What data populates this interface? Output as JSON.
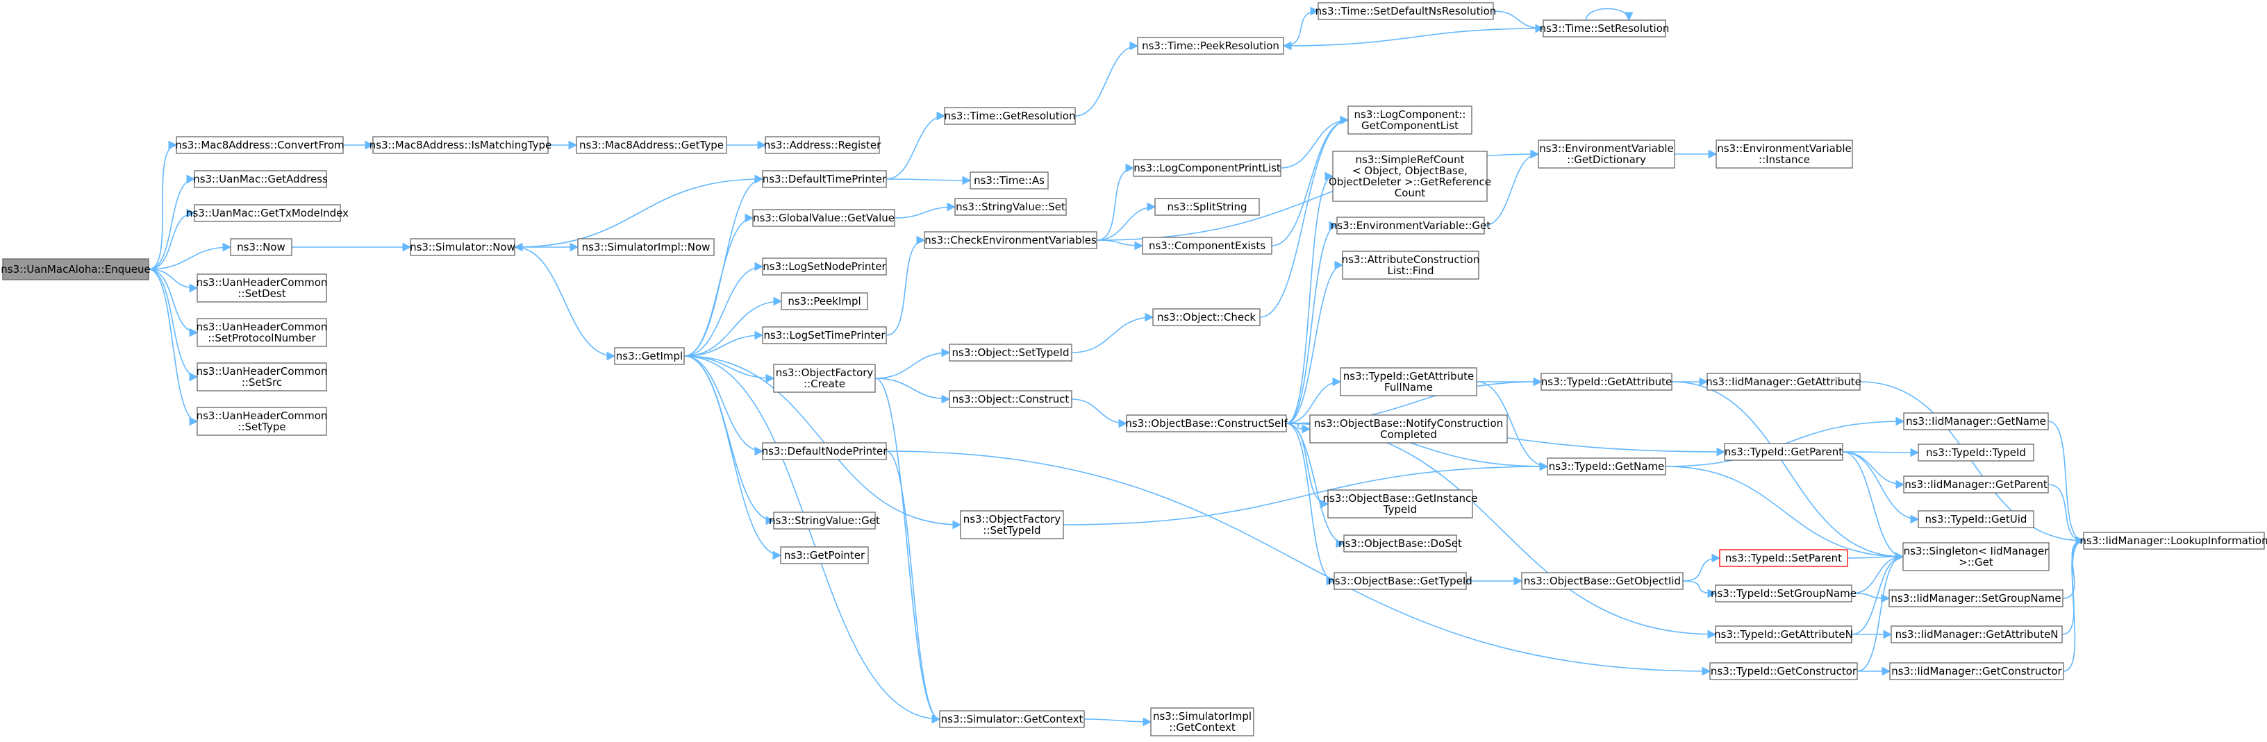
{
  "colors": {
    "edge": "#63b8ff",
    "node_border": "#666666",
    "root_fill": "#999999",
    "highlight_border": "#ff0000",
    "background": "#ffffff"
  },
  "nodes": {
    "enqueue": {
      "lines": [
        "ns3::UanMacAloha::Enqueue"
      ]
    },
    "convertfrom": {
      "lines": [
        "ns3::Mac8Address::ConvertFrom"
      ]
    },
    "getaddress": {
      "lines": [
        "ns3::UanMac::GetAddress"
      ]
    },
    "gettxmode": {
      "lines": [
        "ns3::UanMac::GetTxModeIndex"
      ]
    },
    "now": {
      "lines": [
        "ns3::Now"
      ]
    },
    "setdest": {
      "lines": [
        "ns3::UanHeaderCommon",
        "::SetDest"
      ]
    },
    "setprotocol": {
      "lines": [
        "ns3::UanHeaderCommon",
        "::SetProtocolNumber"
      ]
    },
    "setsrc": {
      "lines": [
        "ns3::UanHeaderCommon",
        "::SetSrc"
      ]
    },
    "settype": {
      "lines": [
        "ns3::UanHeaderCommon",
        "::SetType"
      ]
    },
    "ismatching": {
      "lines": [
        "ns3::Mac8Address::IsMatchingType"
      ]
    },
    "simnow": {
      "lines": [
        "ns3::Simulator::Now"
      ]
    },
    "mac8gettype": {
      "lines": [
        "ns3::Mac8Address::GetType"
      ]
    },
    "simimplnow": {
      "lines": [
        "ns3::SimulatorImpl::Now"
      ]
    },
    "getimpl": {
      "lines": [
        "ns3::GetImpl"
      ]
    },
    "addrregister": {
      "lines": [
        "ns3::Address::Register"
      ]
    },
    "defaulttime": {
      "lines": [
        "ns3::DefaultTimePrinter"
      ]
    },
    "globalget": {
      "lines": [
        "ns3::GlobalValue::GetValue"
      ]
    },
    "logsetnode": {
      "lines": [
        "ns3::LogSetNodePrinter"
      ]
    },
    "peekimpl": {
      "lines": [
        "ns3::PeekImpl"
      ]
    },
    "logsettime": {
      "lines": [
        "ns3::LogSetTimePrinter"
      ]
    },
    "objfactcreate": {
      "lines": [
        "ns3::ObjectFactory",
        "::Create"
      ]
    },
    "defaultnode": {
      "lines": [
        "ns3::DefaultNodePrinter"
      ]
    },
    "objfactsettype": {
      "lines": [
        "ns3::ObjectFactory",
        "::SetTypeId"
      ]
    },
    "strvalget": {
      "lines": [
        "ns3::StringValue::Get"
      ]
    },
    "getpointer": {
      "lines": [
        "ns3::GetPointer"
      ]
    },
    "simgetctx": {
      "lines": [
        "ns3::Simulator::GetContext"
      ]
    },
    "timegetres": {
      "lines": [
        "ns3::Time::GetResolution"
      ]
    },
    "timeas": {
      "lines": [
        "ns3::Time::As"
      ]
    },
    "strvalset": {
      "lines": [
        "ns3::StringValue::Set"
      ]
    },
    "checkenv": {
      "lines": [
        "ns3::CheckEnvironmentVariables"
      ]
    },
    "objsettypeid": {
      "lines": [
        "ns3::Object::SetTypeId"
      ]
    },
    "objconstruct": {
      "lines": [
        "ns3::Object::Construct"
      ]
    },
    "simimplgetctx": {
      "lines": [
        "ns3::SimulatorImpl",
        "::GetContext"
      ]
    },
    "timepeekres": {
      "lines": [
        "ns3::Time::PeekResolution"
      ]
    },
    "timesetdefault": {
      "lines": [
        "ns3::Time::SetDefaultNsResolution"
      ]
    },
    "timesetres": {
      "lines": [
        "ns3::Time::SetResolution"
      ]
    },
    "logcompprint": {
      "lines": [
        "ns3::LogComponentPrintList"
      ]
    },
    "splitstring": {
      "lines": [
        "ns3::SplitString"
      ]
    },
    "compexists": {
      "lines": [
        "ns3::ComponentExists"
      ]
    },
    "objcheck": {
      "lines": [
        "ns3::Object::Check"
      ]
    },
    "objbaseconstruct": {
      "lines": [
        "ns3::ObjectBase::ConstructSelf"
      ]
    },
    "logcompgetlist": {
      "lines": [
        "ns3::LogComponent::",
        "GetComponentList"
      ]
    },
    "simplerefcount": {
      "lines": [
        "ns3::SimpleRefCount",
        "< Object, ObjectBase,",
        "ObjectDeleter >::GetReference",
        "Count"
      ]
    },
    "envget": {
      "lines": [
        "ns3::EnvironmentVariable::Get"
      ]
    },
    "attrconstfind": {
      "lines": [
        "ns3::AttributeConstruction",
        "List::Find"
      ]
    },
    "typeidgetattrfull": {
      "lines": [
        "ns3::TypeId::GetAttribute",
        "FullName"
      ]
    },
    "notifyconst": {
      "lines": [
        "ns3::ObjectBase::NotifyConstruction",
        "Completed"
      ]
    },
    "getinstancetid": {
      "lines": [
        "ns3::ObjectBase::GetInstance",
        "TypeId"
      ]
    },
    "doset": {
      "lines": [
        "ns3::ObjectBase::DoSet"
      ]
    },
    "objbasegettid": {
      "lines": [
        "ns3::ObjectBase::GetTypeId"
      ]
    },
    "envgetdict": {
      "lines": [
        "ns3::EnvironmentVariable",
        "::GetDictionary"
      ]
    },
    "envinstance": {
      "lines": [
        "ns3::EnvironmentVariable",
        "::Instance"
      ]
    },
    "typeidgetattr": {
      "lines": [
        "ns3::TypeId::GetAttribute"
      ]
    },
    "typeidgetname": {
      "lines": [
        "ns3::TypeId::GetName"
      ]
    },
    "getobjectiid": {
      "lines": [
        "ns3::ObjectBase::GetObjectIid"
      ]
    },
    "iidgetattr": {
      "lines": [
        "ns3::IidManager::GetAttribute"
      ]
    },
    "typeidgetparent": {
      "lines": [
        "ns3::TypeId::GetParent"
      ]
    },
    "typeidsetparent": {
      "lines": [
        "ns3::TypeId::SetParent"
      ]
    },
    "typeidsetgroup": {
      "lines": [
        "ns3::TypeId::SetGroupName"
      ]
    },
    "typeidgetattrn": {
      "lines": [
        "ns3::TypeId::GetAttributeN"
      ]
    },
    "typeidgetctor": {
      "lines": [
        "ns3::TypeId::GetConstructor"
      ]
    },
    "iidgetname": {
      "lines": [
        "ns3::IidManager::GetName"
      ]
    },
    "typeidtypeid": {
      "lines": [
        "ns3::TypeId::TypeId"
      ]
    },
    "iidgetparent": {
      "lines": [
        "ns3::IidManager::GetParent"
      ]
    },
    "typeidgetuid": {
      "lines": [
        "ns3::TypeId::GetUid"
      ]
    },
    "singletonget": {
      "lines": [
        "ns3::Singleton< IidManager",
        ">::Get"
      ]
    },
    "iidsetgroup": {
      "lines": [
        "ns3::IidManager::SetGroupName"
      ]
    },
    "iidgetattrn": {
      "lines": [
        "ns3::IidManager::GetAttributeN"
      ]
    },
    "iidgetctor": {
      "lines": [
        "ns3::IidManager::GetConstructor"
      ]
    },
    "iidlookup": {
      "lines": [
        "ns3::IidManager::LookupInformation"
      ]
    }
  }
}
